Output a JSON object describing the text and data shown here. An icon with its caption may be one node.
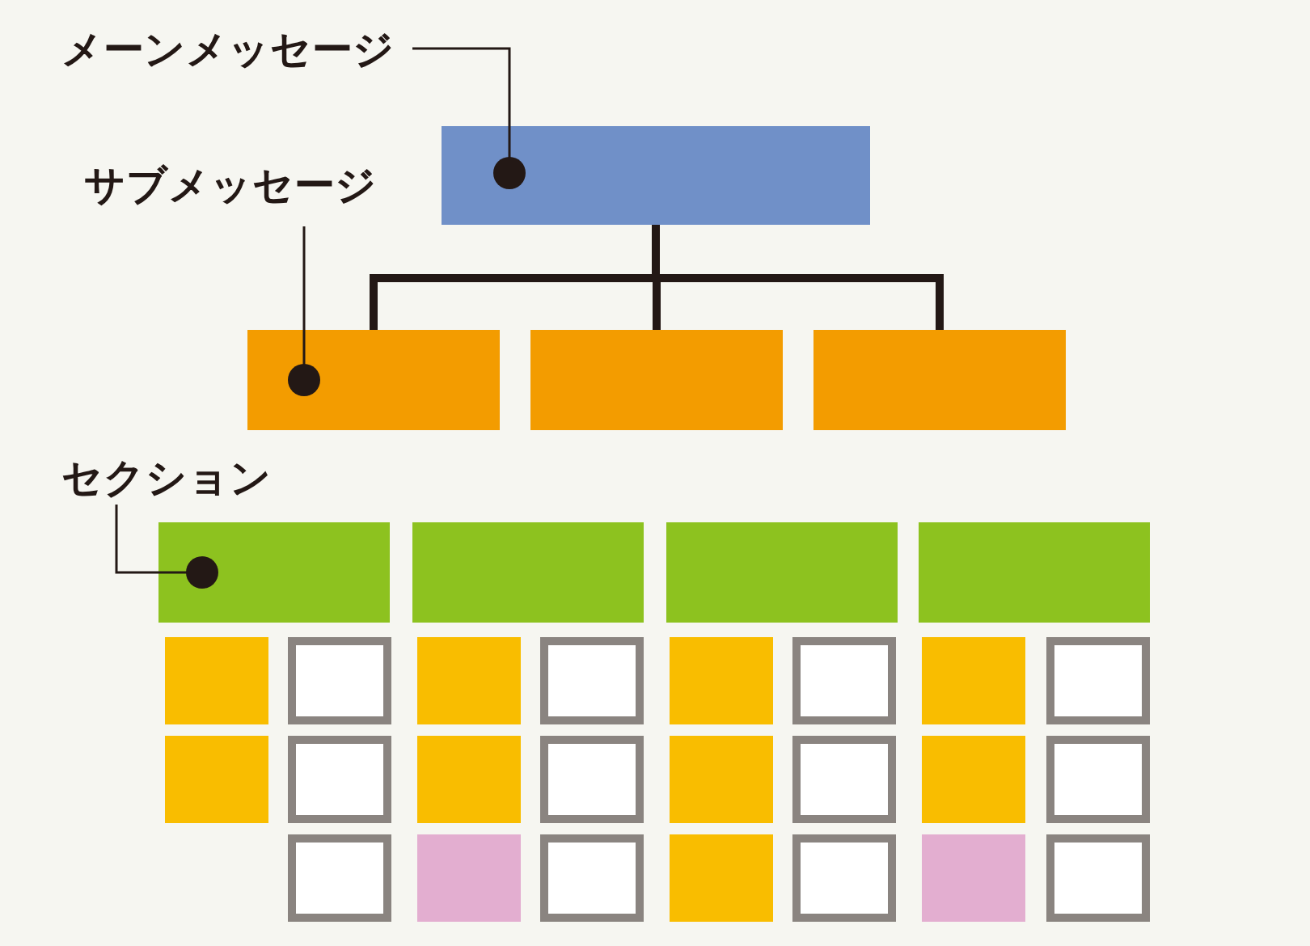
{
  "diagram": {
    "nodes": [
      {
        "text": [
          "メーンメッセージ"
        ]
      },
      {
        "text": [],
        "shape": "box"
      },
      {
        "text": [
          "サブメッセージ"
        ]
      },
      {
        "text": [],
        "shape": "box"
      },
      {
        "text": [],
        "shape": "box"
      },
      {
        "text": [],
        "shape": "box"
      },
      {
        "text": [
          "セクション"
        ]
      },
      {
        "text": [],
        "shape": "box"
      },
      {
        "text": [],
        "shape": "box"
      },
      {
        "text": [],
        "shape": "box"
      },
      {
        "text": [],
        "shape": "box"
      },
      {
        "text": [],
        "shape": "box"
      },
      {
        "text": [],
        "shape": "box"
      },
      {
        "text": [],
        "shape": "box"
      },
      {
        "text": [],
        "shape": "box"
      },
      {
        "text": [],
        "shape": "box"
      },
      {
        "text": [],
        "shape": "box"
      },
      {
        "text": [],
        "shape": "box"
      },
      {
        "text": [],
        "shape": "box"
      },
      {
        "text": [],
        "shape": "box"
      },
      {
        "text": [],
        "shape": "box"
      },
      {
        "text": [],
        "shape": "box"
      },
      {
        "text": [],
        "shape": "box"
      },
      {
        "text": [],
        "shape": "box"
      },
      {
        "text": [],
        "shape": "box"
      },
      {
        "text": [],
        "shape": "box"
      },
      {
        "text": [],
        "shape": "box"
      },
      {
        "text": [],
        "shape": "box"
      },
      {
        "text": [],
        "shape": "box"
      },
      {
        "text": [],
        "shape": "box"
      },
      {
        "text": [],
        "shape": "box"
      },
      {
        "text": [],
        "shape": "box"
      },
      {
        "text": [],
        "shape": "box"
      },
      {
        "text": [],
        "shape": "box"
      }
    ],
    "edges": [
      {
        "from": 0,
        "to": 1,
        "arrow": "other"
      },
      {
        "from": 1,
        "to": 3,
        "arrow": "none",
        "style": "thick"
      },
      {
        "from": 1,
        "to": 4,
        "arrow": "none",
        "style": "thick"
      },
      {
        "from": 1,
        "to": 5,
        "arrow": "none",
        "style": "thick"
      },
      {
        "from": 2,
        "to": 3,
        "arrow": "other"
      },
      {
        "from": 6,
        "to": 7,
        "arrow": "other"
      }
    ]
  }
}
